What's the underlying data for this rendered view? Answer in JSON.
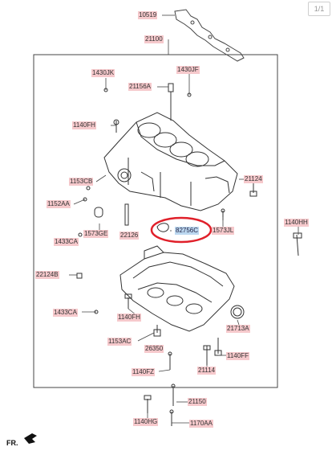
{
  "page_indicator": "1/1",
  "front_label": "FR.",
  "highlight_color": "#e0202a",
  "part_numbers": {
    "p10519": "10519",
    "p21100": "21100",
    "p1430JK": "1430JK",
    "p1430JF": "1430JF",
    "p21156A": "21156A",
    "p1140FH_top": "1140FH",
    "p1153CB": "1153CB",
    "p21124": "21124",
    "p1152AA": "1152AA",
    "p1140HH": "1140HH",
    "p82756C": "82756C",
    "p1573JL": "1573JL",
    "p1573GE": "1573GE",
    "p22126": "22126",
    "p1433CA_top": "1433CA",
    "p22124B": "22124B",
    "p1433CA_low": "1433CA",
    "p1140FH_low": "1140FH",
    "p21713A": "21713A",
    "p1153AC": "1153AC",
    "p26350": "26350",
    "p1140FF": "1140FF",
    "p1140FZ": "1140FZ",
    "p21114": "21114",
    "p21150": "21150",
    "p1140HG": "1140HG",
    "p1170AA": "1170AA"
  }
}
